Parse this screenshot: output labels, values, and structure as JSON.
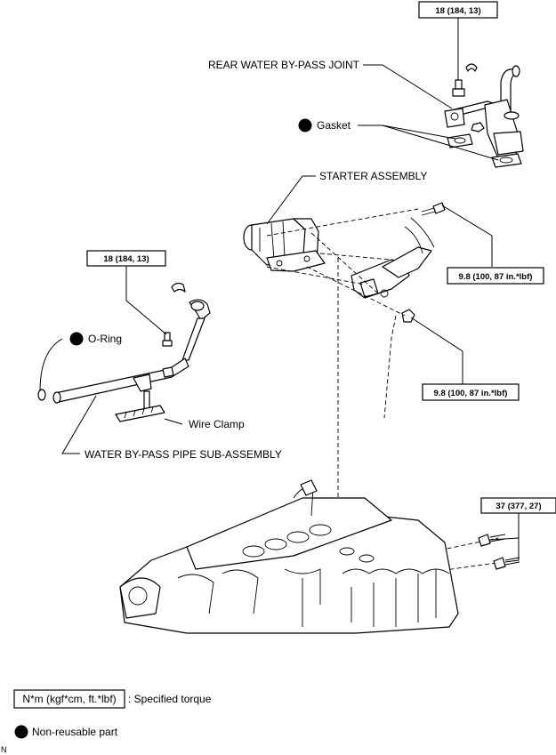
{
  "labels": {
    "rear_joint": "REAR WATER BY-PASS JOINT",
    "gasket": "Gasket",
    "starter": "STARTER ASSEMBLY",
    "o_ring": "O-Ring",
    "wire_clamp": "Wire Clamp",
    "pipe": "WATER BY-PASS PIPE SUB-ASSEMBLY"
  },
  "torques": {
    "joint": "18 (184, 13)",
    "pipe": "18 (184, 13)",
    "starter_upper": "9.8 (100, 87 in.*lbf)",
    "starter_lower": "9.8 (100, 87 in.*lbf)",
    "engine": "37 (377, 27)"
  },
  "legend": {
    "torque_unit": "N*m (kgf*cm, ft.*lbf)",
    "torque_desc": ": Specified torque",
    "nonreusable": "Non-reusable part"
  },
  "corner_mark": "N"
}
